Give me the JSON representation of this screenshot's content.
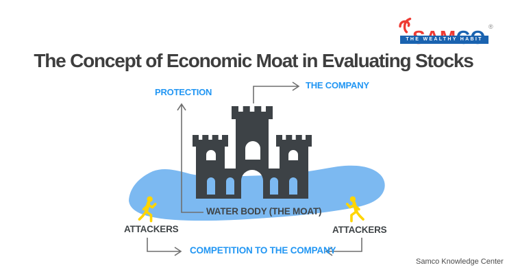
{
  "page": {
    "background": "#FFFFFF"
  },
  "brand": {
    "name": "SAMCO",
    "wordmark_primary": "SAM",
    "wordmark_secondary": "CO",
    "registered_mark": "®",
    "tagline": "THE WEALTHY HABIT",
    "color_red": "#EE3B33",
    "color_blue": "#1A63B0"
  },
  "title": {
    "text": "The Concept of Economic Moat in Evaluating Stocks"
  },
  "diagram": {
    "labels": {
      "protection": "PROTECTION",
      "company": "THE COMPANY",
      "moat": "WATER BODY (THE MOAT)",
      "attackers_left": "ATTACKERS",
      "attackers_right": "ATTACKERS",
      "competition": "COMPETITION TO THE COMPANY"
    },
    "colors": {
      "water": "#7CB9F1",
      "castle": "#3D4246",
      "attacker_yellow": "#FFD502",
      "label_blue": "#2196F3",
      "label_dark": "#3F4447",
      "arrow_gray": "#6F6F6F"
    },
    "icons": {
      "castle": "castle-icon",
      "attacker_left": "running-person-icon",
      "attacker_right": "running-person-icon"
    }
  },
  "footer": {
    "credit": "Samco Knowledge Center"
  }
}
